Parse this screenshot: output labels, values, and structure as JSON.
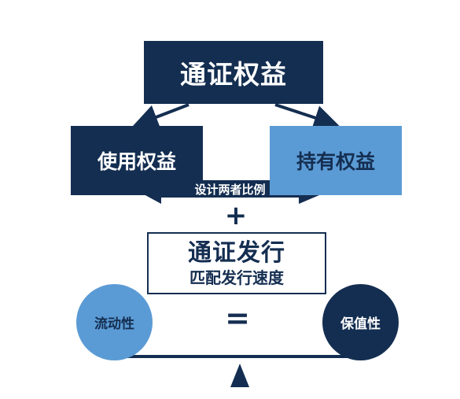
{
  "diagram": {
    "top_box": {
      "label": "通证权益"
    },
    "left_box": {
      "label": "使用权益"
    },
    "right_box": {
      "label": "持有权益"
    },
    "double_arrow": {
      "label": "设计两者比例"
    },
    "plus": "+",
    "issue_box": {
      "title": "通证发行",
      "subtitle": "匹配发行速度"
    },
    "balance": {
      "left_label": "流动性",
      "equals": "=",
      "right_label": "保值性"
    },
    "colors": {
      "navy": "#142e51",
      "light_blue": "#5b9bd5",
      "white": "#ffffff"
    }
  }
}
